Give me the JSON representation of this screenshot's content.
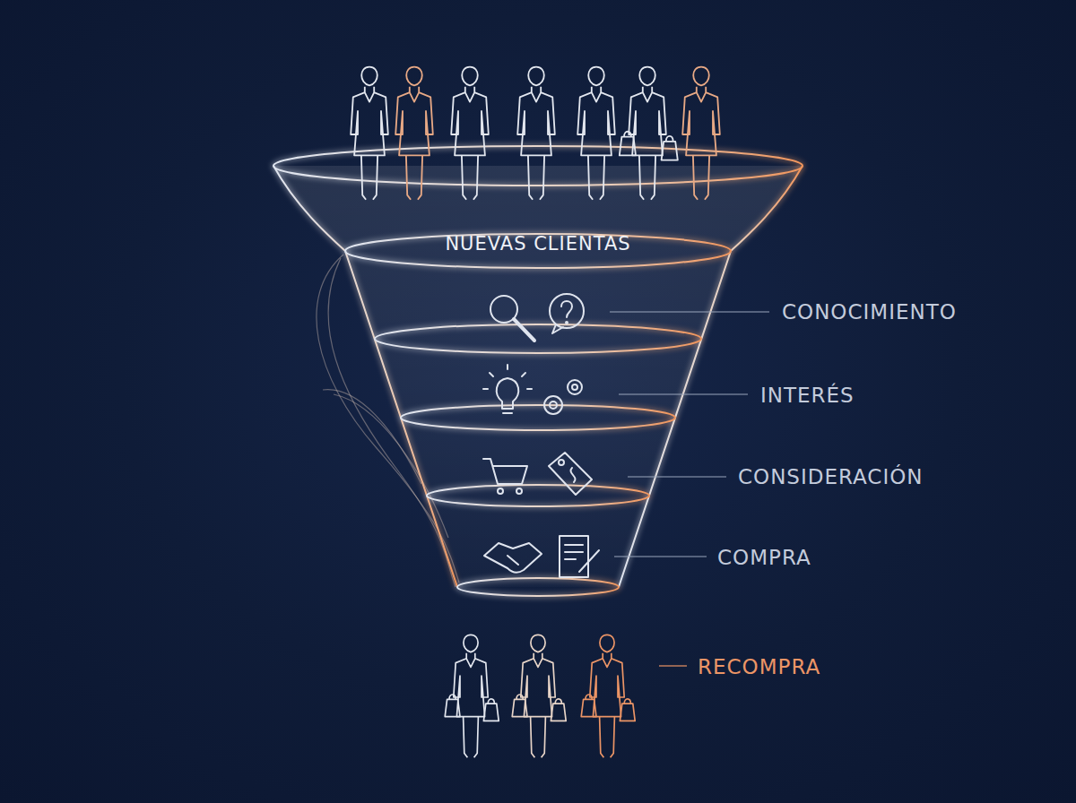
{
  "diagram": {
    "nodes": [
      {
        "text": [
          "NUEVAS CLIENTAS"
        ]
      }
    ],
    "labels": [
      "CONOCIMIENTO",
      "INTERÉS",
      "CONSIDERACIÓN",
      "COMPRA",
      "RECOMPRA"
    ]
  }
}
